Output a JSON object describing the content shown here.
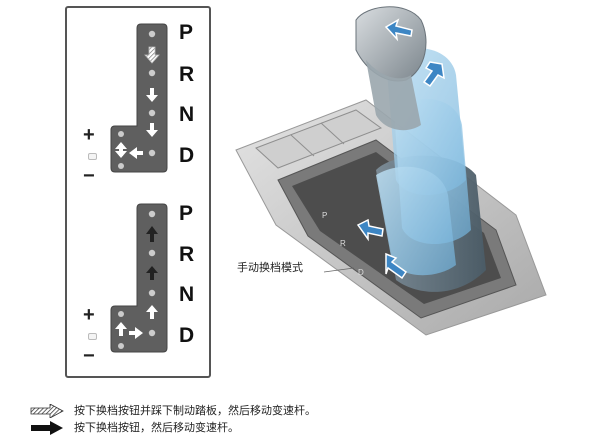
{
  "gate_diagram": {
    "upper": {
      "position_labels": [
        "P",
        "R",
        "N",
        "D"
      ],
      "manual_plus": "+",
      "manual_minus": "−"
    },
    "lower": {
      "position_labels": [
        "P",
        "R",
        "N",
        "D"
      ],
      "manual_plus": "+",
      "manual_minus": "−"
    }
  },
  "photo": {
    "callout_label": "手动换档模式",
    "console_letters": [
      "P",
      "R",
      "D"
    ]
  },
  "legend": [
    {
      "icon": "hatched-arrow-icon",
      "text": "按下换档按钮并踩下制动踏板，然后移动变速杆。"
    },
    {
      "icon": "solid-arrow-icon",
      "text": "按下换档按钮，然后移动变速杆。"
    }
  ],
  "colors": {
    "plate": "#5f5f5f",
    "accent_blue": "#3d86c4"
  }
}
